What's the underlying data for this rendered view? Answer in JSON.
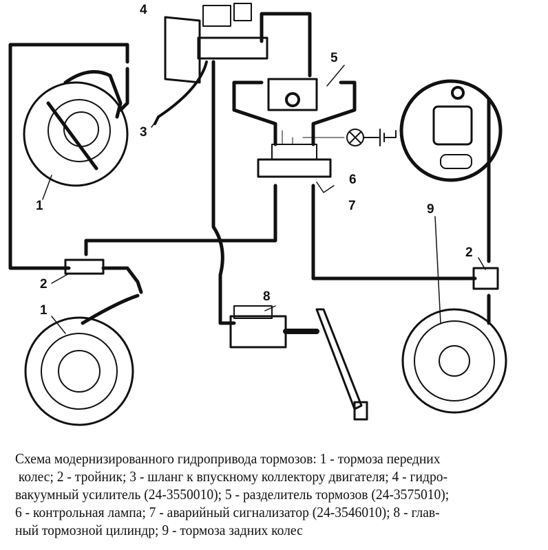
{
  "labels": {
    "l1_top": "1",
    "l1_bottom": "1",
    "l2_left": "2",
    "l2_right": "2",
    "l3": "3",
    "l4": "4",
    "l5": "5",
    "l6": "6",
    "l7": "7",
    "l8": "8",
    "l9": "9"
  },
  "caption": {
    "lines": [
      "Схема модернизированного гидропривода тормозов: 1 - тормоза передних",
      " колес; 2 - тройник; 3 - шланг к впускному коллектору двигателя; 4 - гидро-",
      "вакуумный усилитель (24-3550010); 5 - разделитель тормозов (24-3575010);",
      "6 - контрольная лампа; 7 - аварийный сигнализатор (24-3546010); 8 - глав-",
      "ный тормозной цилиндр; 9 - тормоза задних колес"
    ]
  }
}
